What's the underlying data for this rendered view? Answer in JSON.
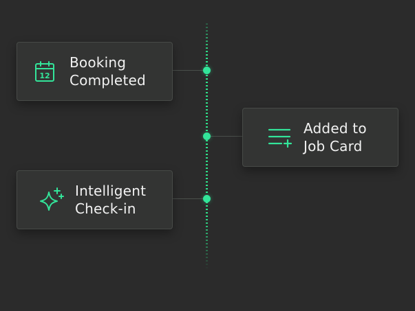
{
  "colors": {
    "background": "#2b2b2b",
    "card": "#333433",
    "accent": "#33e59a",
    "text": "#f2f2f2"
  },
  "timeline": {
    "items": [
      {
        "icon": "calendar-icon",
        "icon_text": "12",
        "label_line1": "Booking",
        "label_line2": "Completed",
        "side": "left"
      },
      {
        "icon": "list-add-icon",
        "label_line1": "Added to",
        "label_line2": "Job Card",
        "side": "right"
      },
      {
        "icon": "sparkle-icon",
        "label_line1": "Intelligent",
        "label_line2": "Check-in",
        "side": "left"
      }
    ]
  }
}
